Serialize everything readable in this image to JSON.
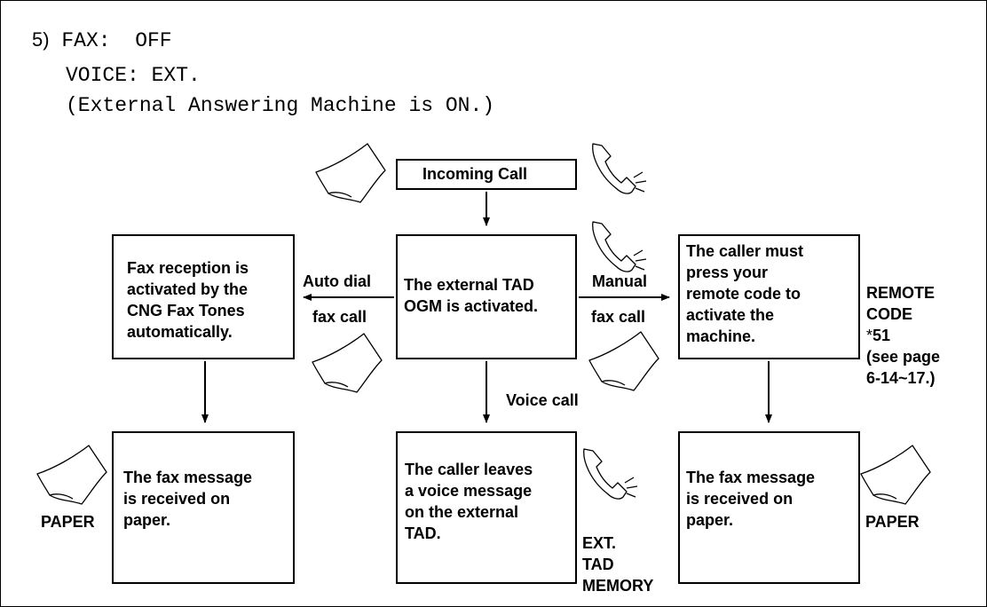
{
  "header": {
    "step_number": "5)",
    "line1": "FAX:  OFF",
    "line2": "VOICE: EXT.",
    "line3": "(External Answering Machine is ON.)"
  },
  "boxes": {
    "incoming_call": "Incoming Call",
    "left_activation": "Fax reception is\nactivated by the\nCNG Fax Tones\nautomatically.",
    "center_activation": "The external TAD\nOGM is activated.",
    "right_activation": "The caller must\npress your\nremote code to\nactivate the\nmachine.",
    "left_result": "The fax message\nis received on\npaper.",
    "center_result": "The caller leaves\na voice message\non the external\nTAD.",
    "right_result": "The fax message\nis received on\npaper."
  },
  "edge_labels": {
    "auto_dial_line1": "Auto dial",
    "auto_dial_line2": "fax call",
    "manual_line1": "Manual",
    "manual_line2": "fax call",
    "voice_call": "Voice call"
  },
  "side_labels": {
    "remote_code": "REMOTE\nCODE",
    "remote_code_star": "*",
    "remote_code_value": "51",
    "see_page": "(see page\n6-14~17.)",
    "paper_left": "PAPER",
    "paper_right": "PAPER",
    "ext_tad_memory": "EXT.\nTAD\nMEMORY"
  },
  "icons": [
    "paper-icon",
    "phone-icon"
  ]
}
